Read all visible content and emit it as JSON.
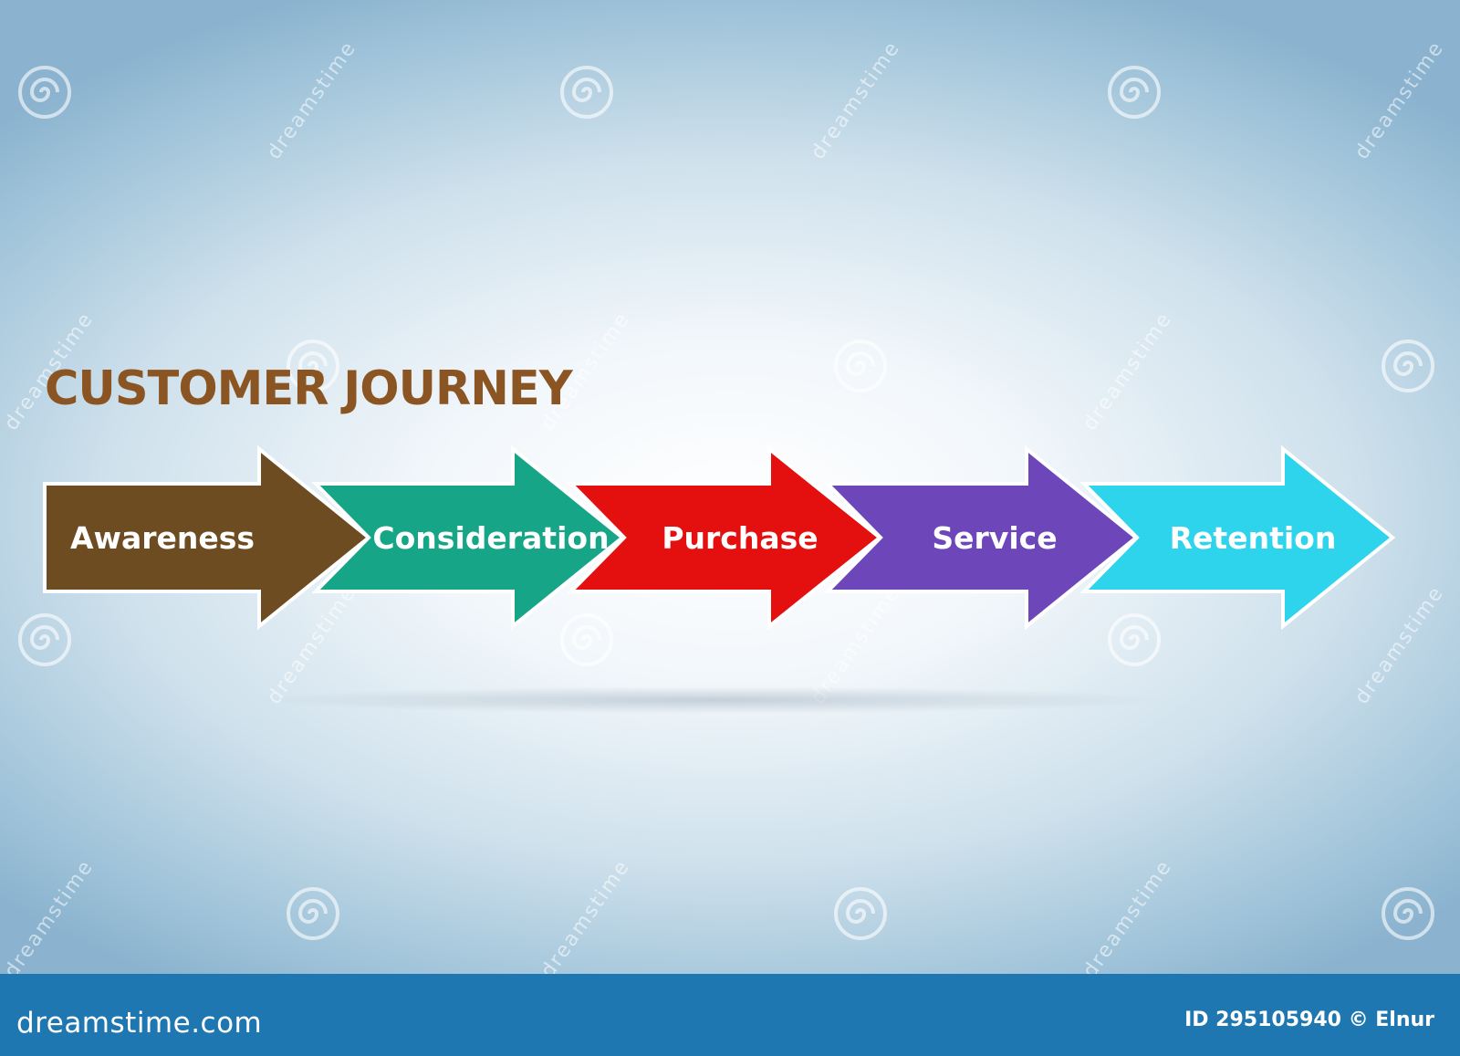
{
  "diagram": {
    "title": "CUSTOMER JOURNEY",
    "title_color": "#8a5522",
    "stages": [
      {
        "label": "Awareness",
        "color": "#6e4c22"
      },
      {
        "label": "Consideration",
        "color": "#17a587"
      },
      {
        "label": "Purchase",
        "color": "#e41010"
      },
      {
        "label": "Service",
        "color": "#6d47b9"
      },
      {
        "label": "Retention",
        "color": "#2ed3ec"
      }
    ]
  },
  "watermark": {
    "text": "dreamstime",
    "icon": "swirl-icon"
  },
  "footer": {
    "brand": "dreamstime.com",
    "credit": "ID 295105940 © Elnur",
    "background": "#1e77b0"
  }
}
